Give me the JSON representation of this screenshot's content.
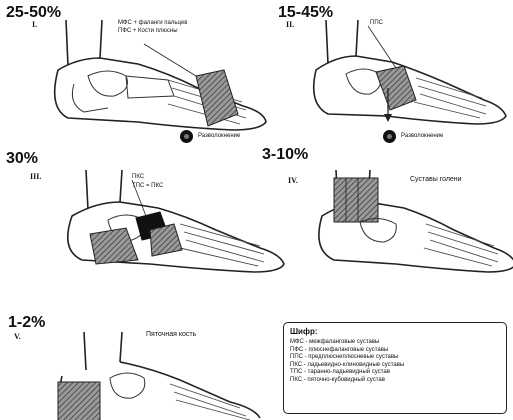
{
  "panels": [
    {
      "roman": "I.",
      "percent": "25-50%",
      "label1": "МФС + фаланги пальцев",
      "label2": "ПФС + Кости плюсны",
      "note": "Разволокнение"
    },
    {
      "roman": "II.",
      "percent": "15-45%",
      "label1": "ППС",
      "note": "Разволокнение"
    },
    {
      "roman": "III.",
      "percent": "30%",
      "label1": "ПКС",
      "label2": "ТПС = ПКС"
    },
    {
      "roman": "IV.",
      "percent": "3-10%",
      "label1": "Суставы голени"
    },
    {
      "roman": "V.",
      "percent": "1-2%",
      "label1": "Пяточная кость"
    }
  ],
  "legend": {
    "title": "Шифр:",
    "items": [
      "МФС - межфаланговые суставы",
      "ПФС - плюснефаланговые суставы",
      "ППС - предплюснеплюсневые суставы",
      "ПКС - ладьевидно-клиновидные суставы",
      "ТПС - таранно-ладьевидный сустав",
      "ПКС - пяточно-кубовидный сустав"
    ]
  }
}
